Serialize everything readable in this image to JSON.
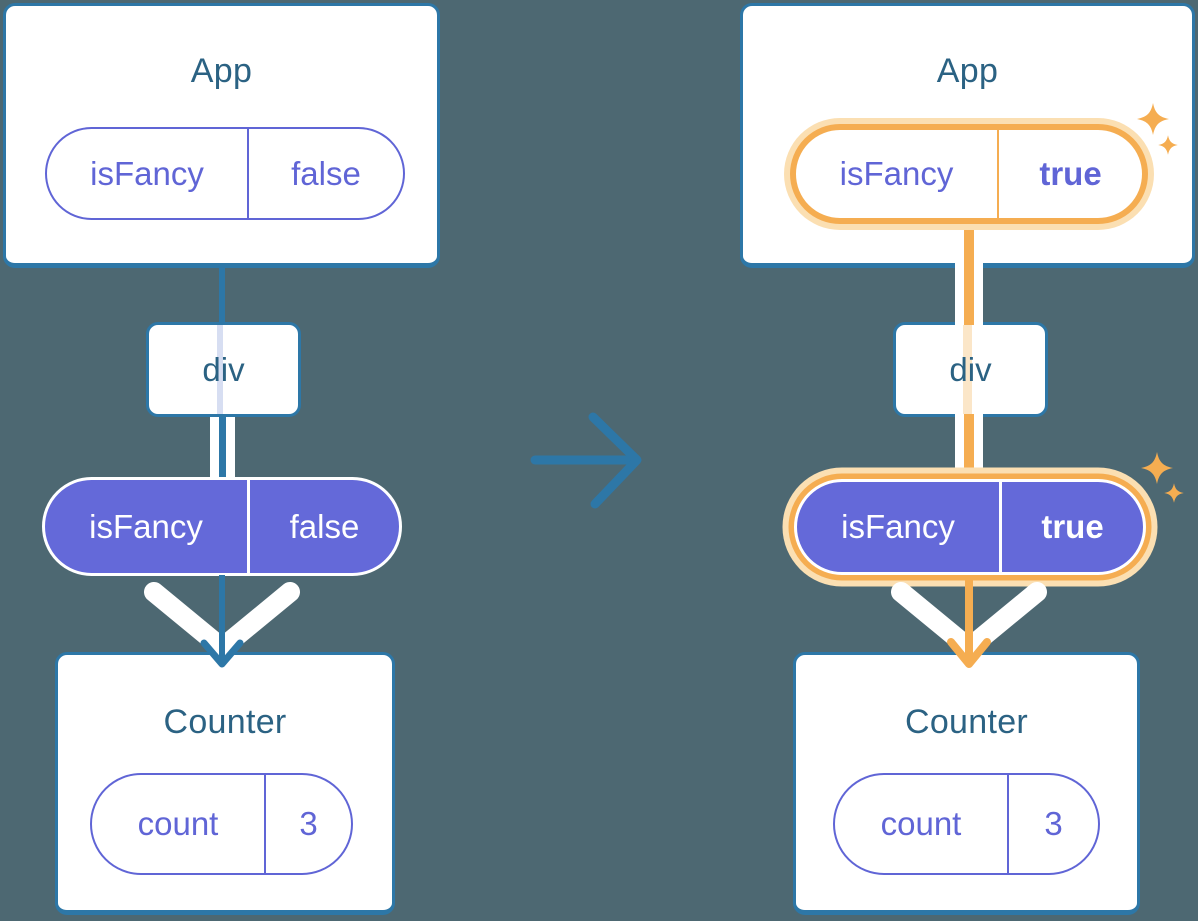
{
  "colors": {
    "background": "#4D6872",
    "card_border_blue": "#2D77A7",
    "title_text": "#2B6283",
    "purple": "#6065D6",
    "purple_fill": "#6469D9",
    "lavender_track": "#D7DEF2",
    "orange": "#F5AD51",
    "orange_glow": "#FBDFB2",
    "orange_track": "#FBE6C8",
    "white": "#FFFFFF"
  },
  "before": {
    "app": {
      "title": "App",
      "prop_name": "isFancy",
      "prop_value": "false"
    },
    "div_label": "div",
    "passed_prop": {
      "name": "isFancy",
      "value": "false"
    },
    "counter": {
      "title": "Counter",
      "state_name": "count",
      "state_value": "3"
    }
  },
  "after": {
    "app": {
      "title": "App",
      "prop_name": "isFancy",
      "prop_value": "true"
    },
    "div_label": "div",
    "passed_prop": {
      "name": "isFancy",
      "value": "true"
    },
    "counter": {
      "title": "Counter",
      "state_name": "count",
      "state_value": "3"
    }
  },
  "icons": {
    "transition": "arrow-right-icon",
    "sparkle": "sparkle-icon",
    "flow_arrow": "arrow-down-icon"
  }
}
